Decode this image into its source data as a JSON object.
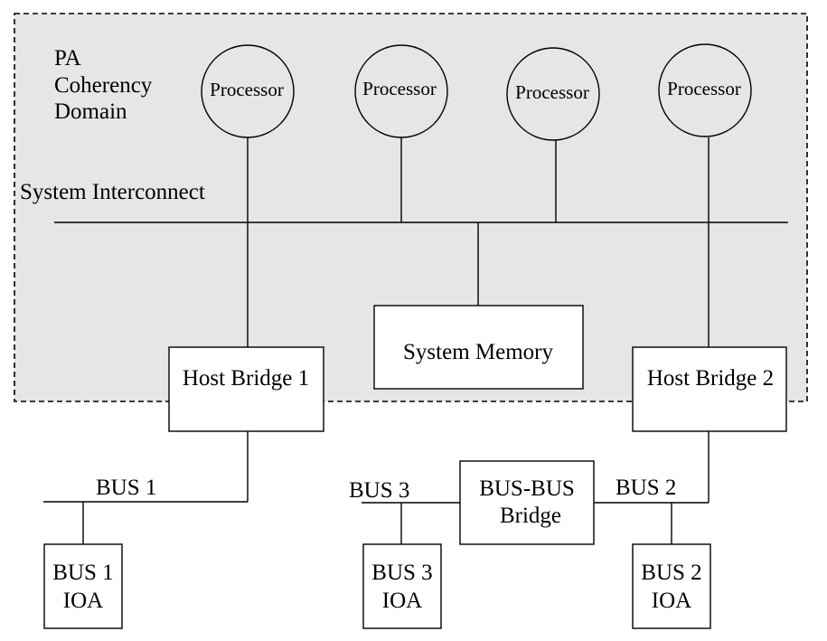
{
  "domain_label": "PA Coherency Domain",
  "domain_label_lines": [
    "PA",
    "Coherency",
    "Domain"
  ],
  "system_interconnect": "System Interconnect",
  "processors": [
    "Processor",
    "Processor",
    "Processor",
    "Processor"
  ],
  "system_memory": "System Memory",
  "host_bridge_1": "Host Bridge 1",
  "host_bridge_2": "Host Bridge 2",
  "bus_bus_bridge_lines": [
    "BUS-BUS",
    "Bridge"
  ],
  "bus_1": "BUS 1",
  "bus_2": "BUS 2",
  "bus_3": "BUS 3",
  "ioa_1_lines": [
    "BUS 1",
    "IOA"
  ],
  "ioa_2_lines": [
    "BUS 2",
    "IOA"
  ],
  "ioa_3_lines": [
    "BUS 3",
    "IOA"
  ],
  "colors": {
    "domain_fill": "#e6e6e6",
    "box_fill": "#ffffff",
    "line": "#000000"
  }
}
